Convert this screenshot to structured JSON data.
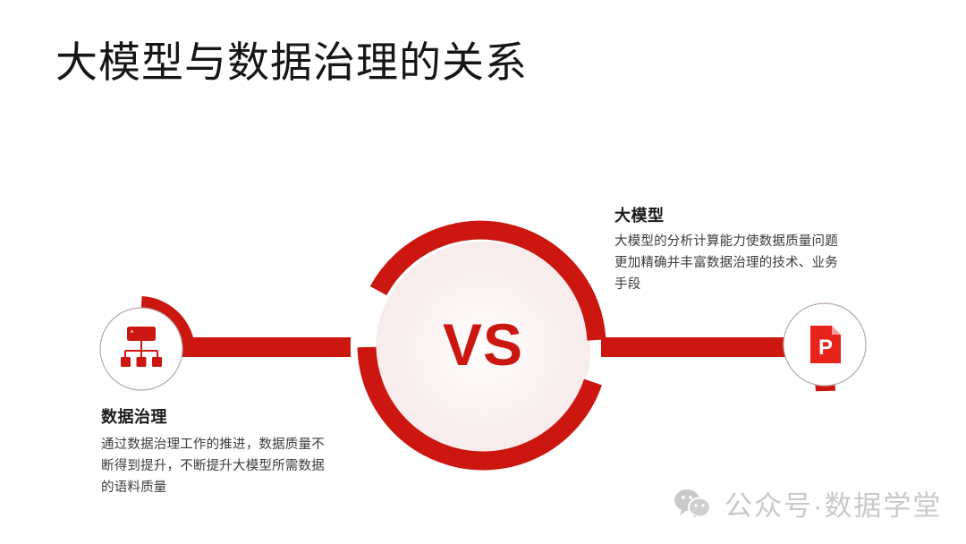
{
  "slide": {
    "title": "大模型与数据治理的关系",
    "background_color": "#ffffff"
  },
  "theme": {
    "accent_red": "#CC1710",
    "ring_fill_pink": "#FBF1F1",
    "circle_outline": "#b9a6a6",
    "heading_color": "#1b1b1b",
    "body_color": "#3c3c3c",
    "watermark_color": "#c9c9c9"
  },
  "center": {
    "label": "VS",
    "shape": "broken-ring",
    "icon_name": "versus-ring"
  },
  "left_node": {
    "icon_name": "hierarchy-icon",
    "heading": "数据治理",
    "body": "通过数据治理工作的推进，数据质量不断得到提升，不断提升大模型所需数据的语料质量"
  },
  "right_node": {
    "icon_name": "powerpoint-file-icon",
    "icon_letter": "P",
    "heading": "大模型",
    "body": "大模型的分析计算能力使数据质量问题更加精确并丰富数据治理的技术、业务手段"
  },
  "watermark": {
    "icon_name": "wechat-icon",
    "text": "公众号·数据学堂"
  }
}
